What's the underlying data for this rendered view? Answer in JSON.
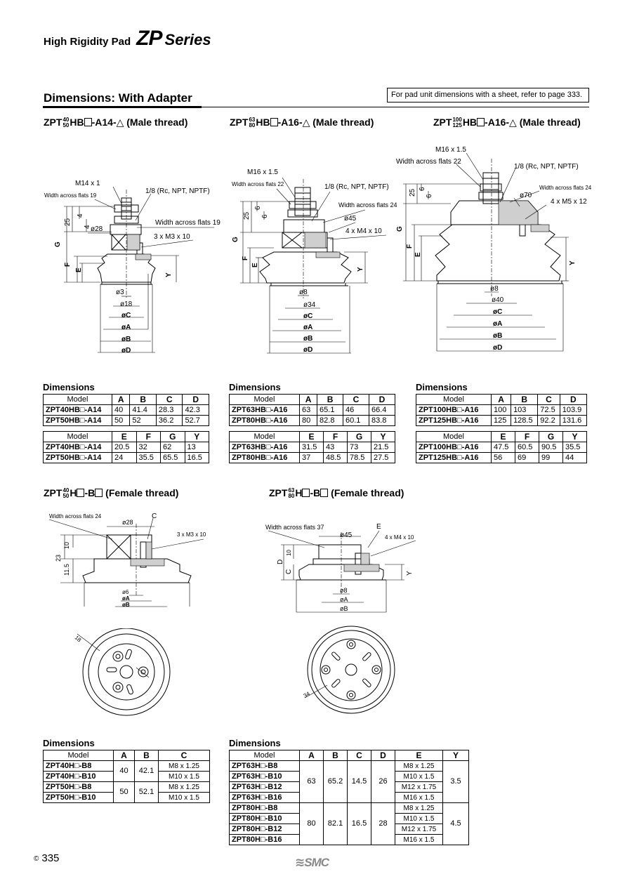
{
  "header": {
    "subtitle": "High Rigidity Pad",
    "series_code": "ZP",
    "series_word": "Series"
  },
  "section": {
    "title": "Dimensions: With Adapter",
    "ref_note": "For pad unit dimensions with a sheet, refer to page 333."
  },
  "headings": {
    "h1": {
      "pre": "ZPT",
      "num_top": "40",
      "num_bot": "50",
      "mid": "HB",
      "suf": "-A14-△ (Male thread)"
    },
    "h2": {
      "pre": "ZPT",
      "num_top": "63",
      "num_bot": "80",
      "mid": "HB",
      "suf": "-A16-△ (Male thread)"
    },
    "h3": {
      "pre": "ZPT",
      "num_top": "100",
      "num_bot": "125",
      "mid": "HB",
      "suf": "-A16-△ (Male thread)"
    },
    "h4": {
      "pre": "ZPT",
      "num_top": "40",
      "num_bot": "50",
      "mid": "H",
      "suf": "-B",
      "tail": " (Female thread)"
    },
    "h5": {
      "pre": "ZPT",
      "num_top": "63",
      "num_bot": "80",
      "mid": "H",
      "suf": "-B",
      "tail": " (Female thread)"
    }
  },
  "drawing1": {
    "thread": "M14 x 1",
    "flats_top": "Width across flats 19",
    "port": "1/8 (Rc, NPT, NPTF)",
    "flats_side": "Width across flats 19",
    "screws": "3 x M3 x 10",
    "d25": "25",
    "d4a": "4",
    "d4b": "4",
    "dia_adapter": "ø28",
    "G": "G",
    "F": "F",
    "E": "E",
    "Y": "Y",
    "d3": "ø3",
    "d18": "ø18",
    "dC": "øC",
    "dA": "øA",
    "dB": "øB",
    "dD": "øD"
  },
  "drawing2": {
    "thread": "M16 x 1.5",
    "flats_top": "Width across flats 22",
    "port": "1/8 (Rc, NPT, NPTF)",
    "flats_side": "Width across flats 24",
    "dia_adapter": "ø45",
    "screws": "4 x M4 x 10",
    "d25": "25",
    "d6a": "6",
    "d6b": "6",
    "G": "G",
    "F": "F",
    "E": "E",
    "Y": "Y",
    "d8": "ø8",
    "d34": "ø34",
    "dC": "øC",
    "dA": "øA",
    "dB": "øB",
    "dD": "øD"
  },
  "drawing3": {
    "thread": "M16 x 1.5",
    "flats_top": "Width across flats 22",
    "port": "1/8 (Rc, NPT, NPTF)",
    "dia_adapter": "ø70",
    "flats_side": "Width across flats 24",
    "screws": "4 x M5 x 12",
    "d25": "25",
    "d6a": "6",
    "d6b": "6",
    "G": "G",
    "F": "F",
    "E": "E",
    "Y": "Y",
    "d8": "ø8",
    "d40": "ø40",
    "dC": "øC",
    "dA": "øA",
    "dB": "øB",
    "dD": "øD"
  },
  "drawing4": {
    "flats": "Width across flats 24",
    "C": "C",
    "dia_adapter": "ø28",
    "screws": "3 x M3 x 10",
    "d10": "10",
    "d23": "23",
    "d115": "11.5",
    "d6": "ø6",
    "dA": "øA",
    "dB": "øB",
    "d18": "18"
  },
  "drawing5": {
    "flats": "Width across flats 37",
    "E": "E",
    "dia_adapter": "ø45",
    "screws": "4 x M4 x 10",
    "d10": "10",
    "D": "D",
    "C": "C",
    "Y": "Y",
    "d8": "ø8",
    "dA": "øA",
    "dB": "øB",
    "d34": "34"
  },
  "dims_label": "Dimensions",
  "table1": {
    "head1": [
      "Model",
      "A",
      "B",
      "C",
      "D"
    ],
    "rows1": [
      [
        "ZPT40HB□-A14",
        "40",
        "41.4",
        "28.3",
        "42.3"
      ],
      [
        "ZPT50HB□-A14",
        "50",
        "52",
        "36.2",
        "52.7"
      ]
    ],
    "head2": [
      "Model",
      "E",
      "F",
      "G",
      "Y"
    ],
    "rows2": [
      [
        "ZPT40HB□-A14",
        "20.5",
        "32",
        "62",
        "13"
      ],
      [
        "ZPT50HB□-A14",
        "24",
        "35.5",
        "65.5",
        "16.5"
      ]
    ]
  },
  "table2": {
    "head1": [
      "Model",
      "A",
      "B",
      "C",
      "D"
    ],
    "rows1": [
      [
        "ZPT63HB□-A16",
        "63",
        "65.1",
        "46",
        "66.4"
      ],
      [
        "ZPT80HB□-A16",
        "80",
        "82.8",
        "60.1",
        "83.8"
      ]
    ],
    "head2": [
      "Model",
      "E",
      "F",
      "G",
      "Y"
    ],
    "rows2": [
      [
        "ZPT63HB□-A16",
        "31.5",
        "43",
        "73",
        "21.5"
      ],
      [
        "ZPT80HB□-A16",
        "37",
        "48.5",
        "78.5",
        "27.5"
      ]
    ]
  },
  "table3": {
    "head1": [
      "Model",
      "A",
      "B",
      "C",
      "D"
    ],
    "rows1": [
      [
        "ZPT100HB□-A16",
        "100",
        "103",
        "72.5",
        "103.9"
      ],
      [
        "ZPT125HB□-A16",
        "125",
        "128.5",
        "92.2",
        "131.6"
      ]
    ],
    "head2": [
      "Model",
      "E",
      "F",
      "G",
      "Y"
    ],
    "rows2": [
      [
        "ZPT100HB□-A16",
        "47.5",
        "60.5",
        "90.5",
        "35.5"
      ],
      [
        "ZPT125HB□-A16",
        "56",
        "69",
        "99",
        "44"
      ]
    ]
  },
  "table4": {
    "head": [
      "Model",
      "A",
      "B",
      "C"
    ],
    "models": [
      "ZPT40H□-B8",
      "ZPT40H□-B10",
      "ZPT50H□-B8",
      "ZPT50H□-B10"
    ],
    "threads": [
      "M8 x 1.25",
      "M10 x 1.5",
      "M8 x 1.25",
      "M10 x 1.5"
    ],
    "g1": {
      "A": "40",
      "B": "42.1"
    },
    "g2": {
      "A": "50",
      "B": "52.1"
    }
  },
  "table5": {
    "head": [
      "Model",
      "A",
      "B",
      "C",
      "D",
      "E",
      "Y"
    ],
    "models": [
      "ZPT63H□-B8",
      "ZPT63H□-B10",
      "ZPT63H□-B12",
      "ZPT63H□-B16",
      "ZPT80H□-B8",
      "ZPT80H□-B10",
      "ZPT80H□-B12",
      "ZPT80H□-B16"
    ],
    "threads": [
      "M8 x 1.25",
      "M10 x 1.5",
      "M12 x 1.75",
      "M16 x 1.5",
      "M8 x 1.25",
      "M10 x 1.5",
      "M12 x 1.75",
      "M16 x 1.5"
    ],
    "g1": {
      "A": "63",
      "B": "65.2",
      "C": "14.5",
      "D": "26",
      "Y": "3.5"
    },
    "g2": {
      "A": "80",
      "B": "82.1",
      "C": "16.5",
      "D": "28",
      "Y": "4.5"
    }
  },
  "footer": {
    "copyright": "©",
    "page": "335",
    "brand": "SMC"
  }
}
